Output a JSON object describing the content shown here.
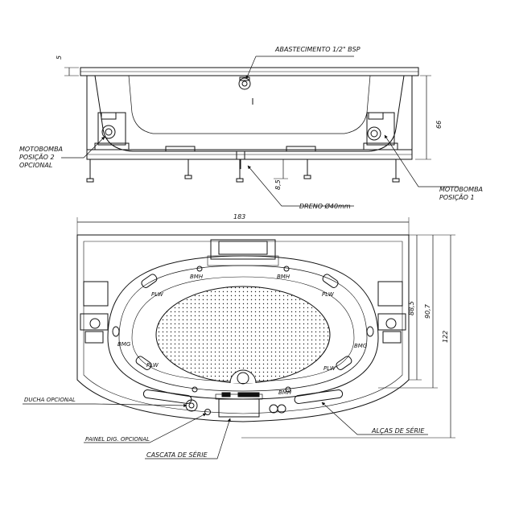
{
  "labels": {
    "abastecimento": "ABASTECIMENTO 1/2\" BSP",
    "motobomba_2_l1": "MOTOBOMBA",
    "motobomba_2_l2": "POSIÇÃO 2",
    "motobomba_2_l3": "OPCIONAL",
    "motobomba_1_l1": "MOTOBOMBA",
    "motobomba_1_l2": "POSIÇÃO 1",
    "dreno": "DRENO Ø40mm",
    "ducha": "DUCHA OPCIONAL",
    "painel": "PAINEL DIG. OPCIONAL",
    "cascata": "CASCATA DE SÉRIE",
    "alcas": "ALÇAS DE SÉRIE",
    "bmh": "BMH",
    "plw": "PLW",
    "bmg": "BMG"
  },
  "dimensions": {
    "d5": "5",
    "d66": "66",
    "d8_5": "8,5",
    "d183": "183",
    "d88_5": "88,5",
    "d90_7": "90,7",
    "d122": "122"
  }
}
